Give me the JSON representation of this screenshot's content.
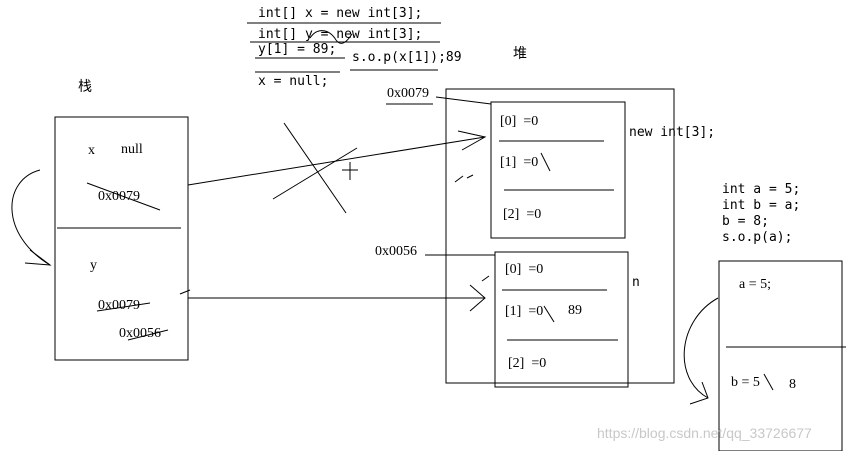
{
  "code": {
    "line1": "int[] x = new int[3];",
    "line2": "int[] y = new int[3];",
    "line3": "y[1] = 89;",
    "line3_print": "s.o.p(x[1]);89",
    "line4": "x = null;"
  },
  "stack": {
    "title": "栈",
    "x_label": "x",
    "x_value": "null",
    "x_old": "0x0079",
    "y_label": "y",
    "y_old": "0x0079",
    "y_value": "0x0056"
  },
  "heap": {
    "title": "堆",
    "array1": {
      "address": "0x0079",
      "label": "new int[3];",
      "cells": [
        "[0]  =0",
        "[1]  =0",
        "[2]  =0"
      ]
    },
    "array2": {
      "address": "0x0056",
      "label": "n",
      "cells": [
        "[0]  =0",
        "[1]  =0",
        "[2]  =0"
      ],
      "new_value": "89"
    }
  },
  "example2": {
    "code": [
      "int a = 5;",
      "int b = a;",
      "b = 8;",
      "s.o.p(a);"
    ],
    "cell_a": "a = 5;",
    "cell_b": "b = 5",
    "cell_b_new": "8"
  },
  "watermark": "https://blog.csdn.net/qq_33726677"
}
